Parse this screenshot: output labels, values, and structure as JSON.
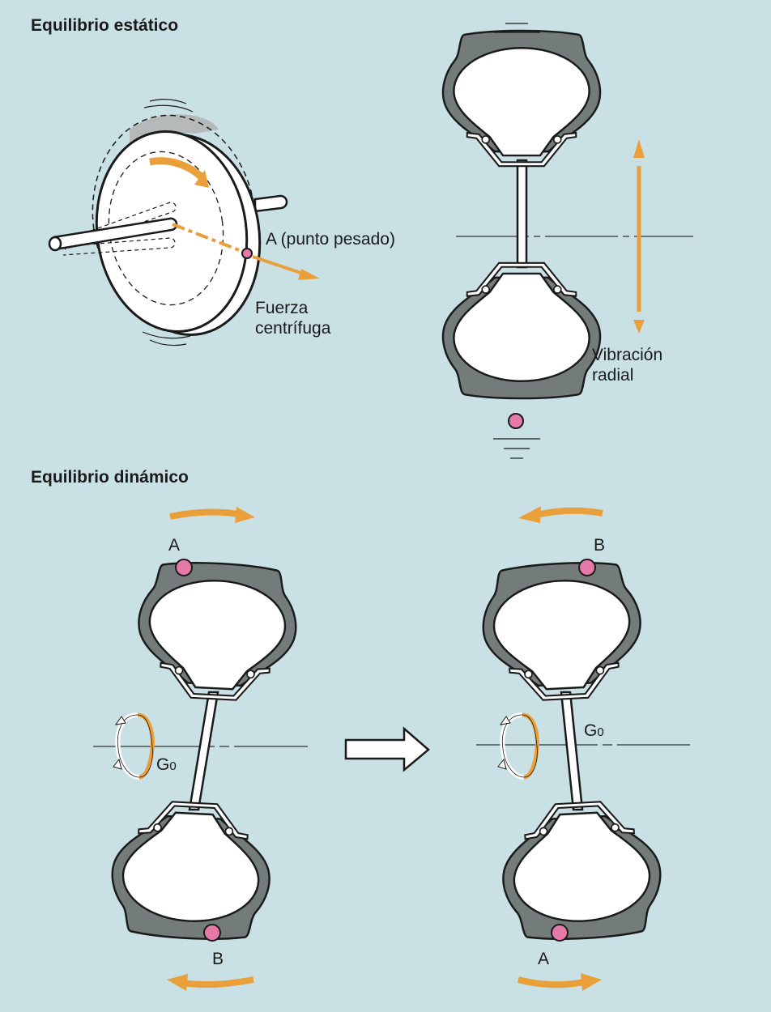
{
  "static": {
    "title": "Equilibrio estático",
    "heavy_point_label": "A (punto pesado)",
    "force_label_line1": "Fuerza",
    "force_label_line2": "centrífuga",
    "vibration_label_line1": "Vibración",
    "vibration_label_line2": "radial"
  },
  "dynamic": {
    "title": "Equilibrio dinámico",
    "before": {
      "top_point": "A",
      "bottom_point": "B",
      "center_label": "G",
      "center_sub": "0"
    },
    "after": {
      "top_point": "B",
      "bottom_point": "A",
      "center_label": "G",
      "center_sub": "0"
    }
  },
  "colors": {
    "background": "#c9e1e5",
    "tire": "#737b7b",
    "arrow": "#e9a03a",
    "weight": "#e57aa8",
    "outline": "#1a1a1a",
    "shadow": "#b5b9ba"
  }
}
